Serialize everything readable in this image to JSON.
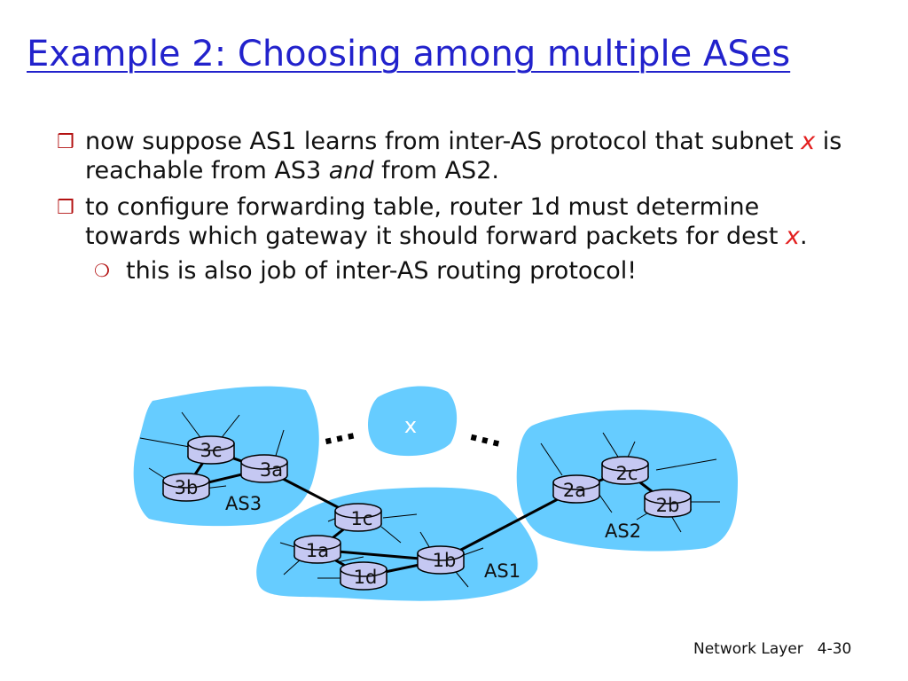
{
  "slide": {
    "title": "Example 2: Choosing among multiple ASes",
    "bullets": {
      "b1": {
        "t1": "now suppose AS1 learns from inter-AS protocol that subnet ",
        "x": "x",
        "t2": " is reachable from AS3 ",
        "and": "and",
        "t3": " from AS2."
      },
      "b2": {
        "t1": "to configure forwarding table, router 1d must determine towards which gateway it should forward packets for dest ",
        "x": "x",
        "t2": "."
      },
      "b3": {
        "text": "this is also job of inter-AS routing protocol!"
      }
    },
    "footer": {
      "section": "Network Layer",
      "page": "4-30"
    }
  },
  "diagram": {
    "colors": {
      "cloud": "#66ccff",
      "router": "#c5c8f2",
      "link": "#000000",
      "bullet": "#b31212",
      "subnet_x": "#e32020"
    },
    "subnet_label": "x",
    "ellipsis": "...",
    "as_labels": {
      "as1": "AS1",
      "as2": "AS2",
      "as3": "AS3"
    },
    "routers": {
      "3c": "3c",
      "3a": "3a",
      "3b": "3b",
      "1c": "1c",
      "1a": "1a",
      "1b": "1b",
      "1d": "1d",
      "2a": "2a",
      "2c": "2c",
      "2b": "2b"
    }
  }
}
